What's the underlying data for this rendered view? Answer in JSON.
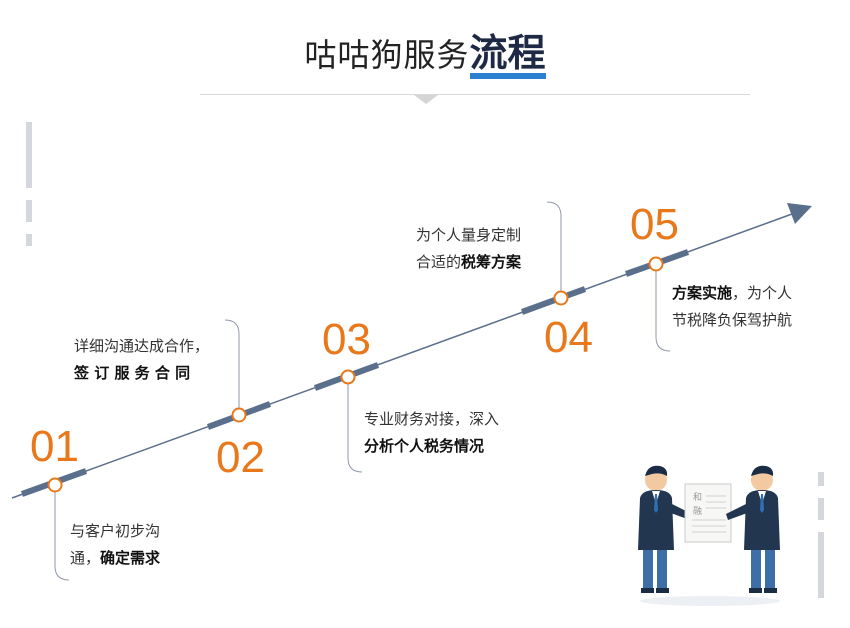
{
  "header": {
    "title_plain": "咕咕狗服务",
    "title_emphasis": "流程"
  },
  "steps": [
    {
      "number": "01",
      "line1": "与客户初步沟",
      "line2_plain": "通，",
      "line2_bold": "确定需求"
    },
    {
      "number": "02",
      "line1": "详细沟通达成合作，",
      "line2_plain": "",
      "line2_bold": "签 订 服 务 合 同"
    },
    {
      "number": "03",
      "line1": "专业财务对接，深入",
      "line2_plain": "",
      "line2_bold": "分析个人税务情况"
    },
    {
      "number": "04",
      "line1": "为个人量身定制",
      "line2_plain": "合适的",
      "line2_bold": "税筹方案"
    },
    {
      "number": "05",
      "line1_bold": "方案实施",
      "line1": "，为个人",
      "line2_plain": "节税降负保驾护航"
    }
  ],
  "illustration": {
    "document_text": [
      "和",
      "融"
    ]
  },
  "colors": {
    "accent": "#e8781a",
    "line": "#5a6f8c",
    "title_dark": "#1e2a45",
    "title_underline": "#2a7fd1"
  }
}
